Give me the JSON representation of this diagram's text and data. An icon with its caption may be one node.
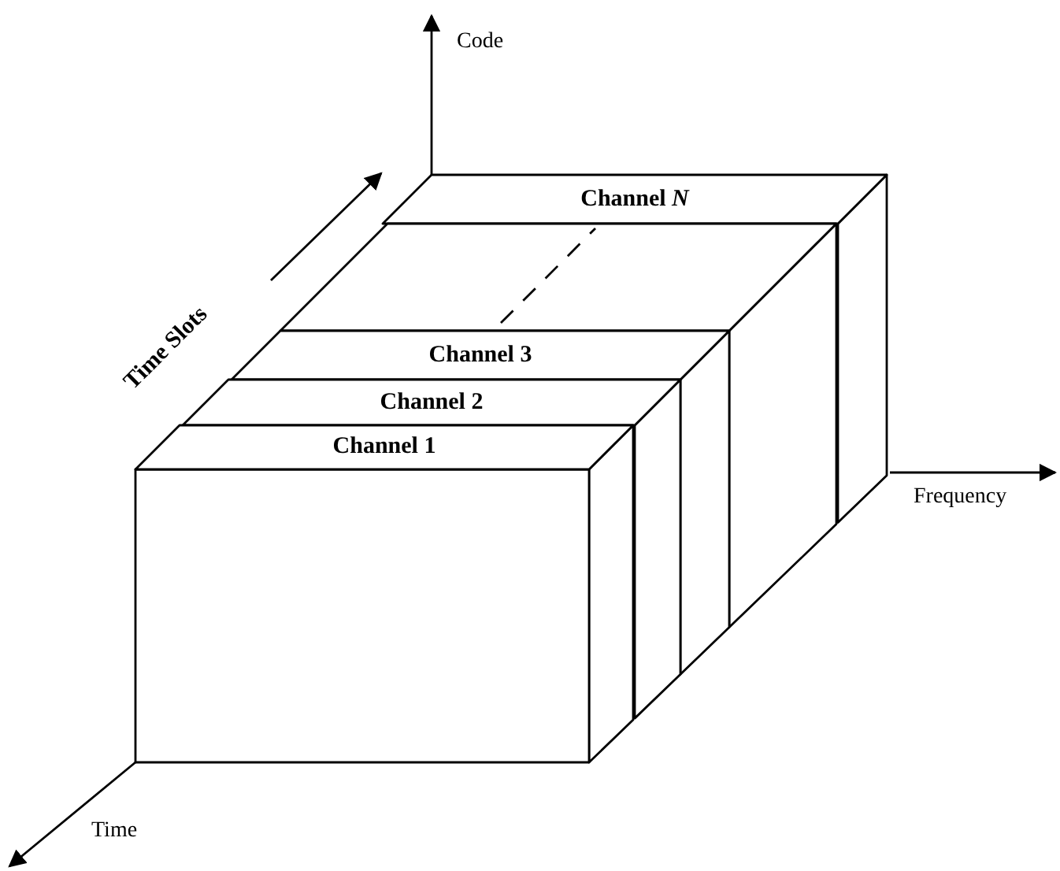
{
  "diagram": {
    "nodes": [
      {
        "text": [
          "Channel *N*"
        ]
      },
      {
        "text": [],
        "shape": "box"
      },
      {
        "text": [
          "Channel 3"
        ]
      },
      {
        "text": [
          "Channel 2"
        ]
      },
      {
        "text": [
          "Channel 1"
        ]
      }
    ],
    "edges": [],
    "labels": [
      "Code",
      "Time Slots",
      "Frequency",
      "Time"
    ]
  }
}
